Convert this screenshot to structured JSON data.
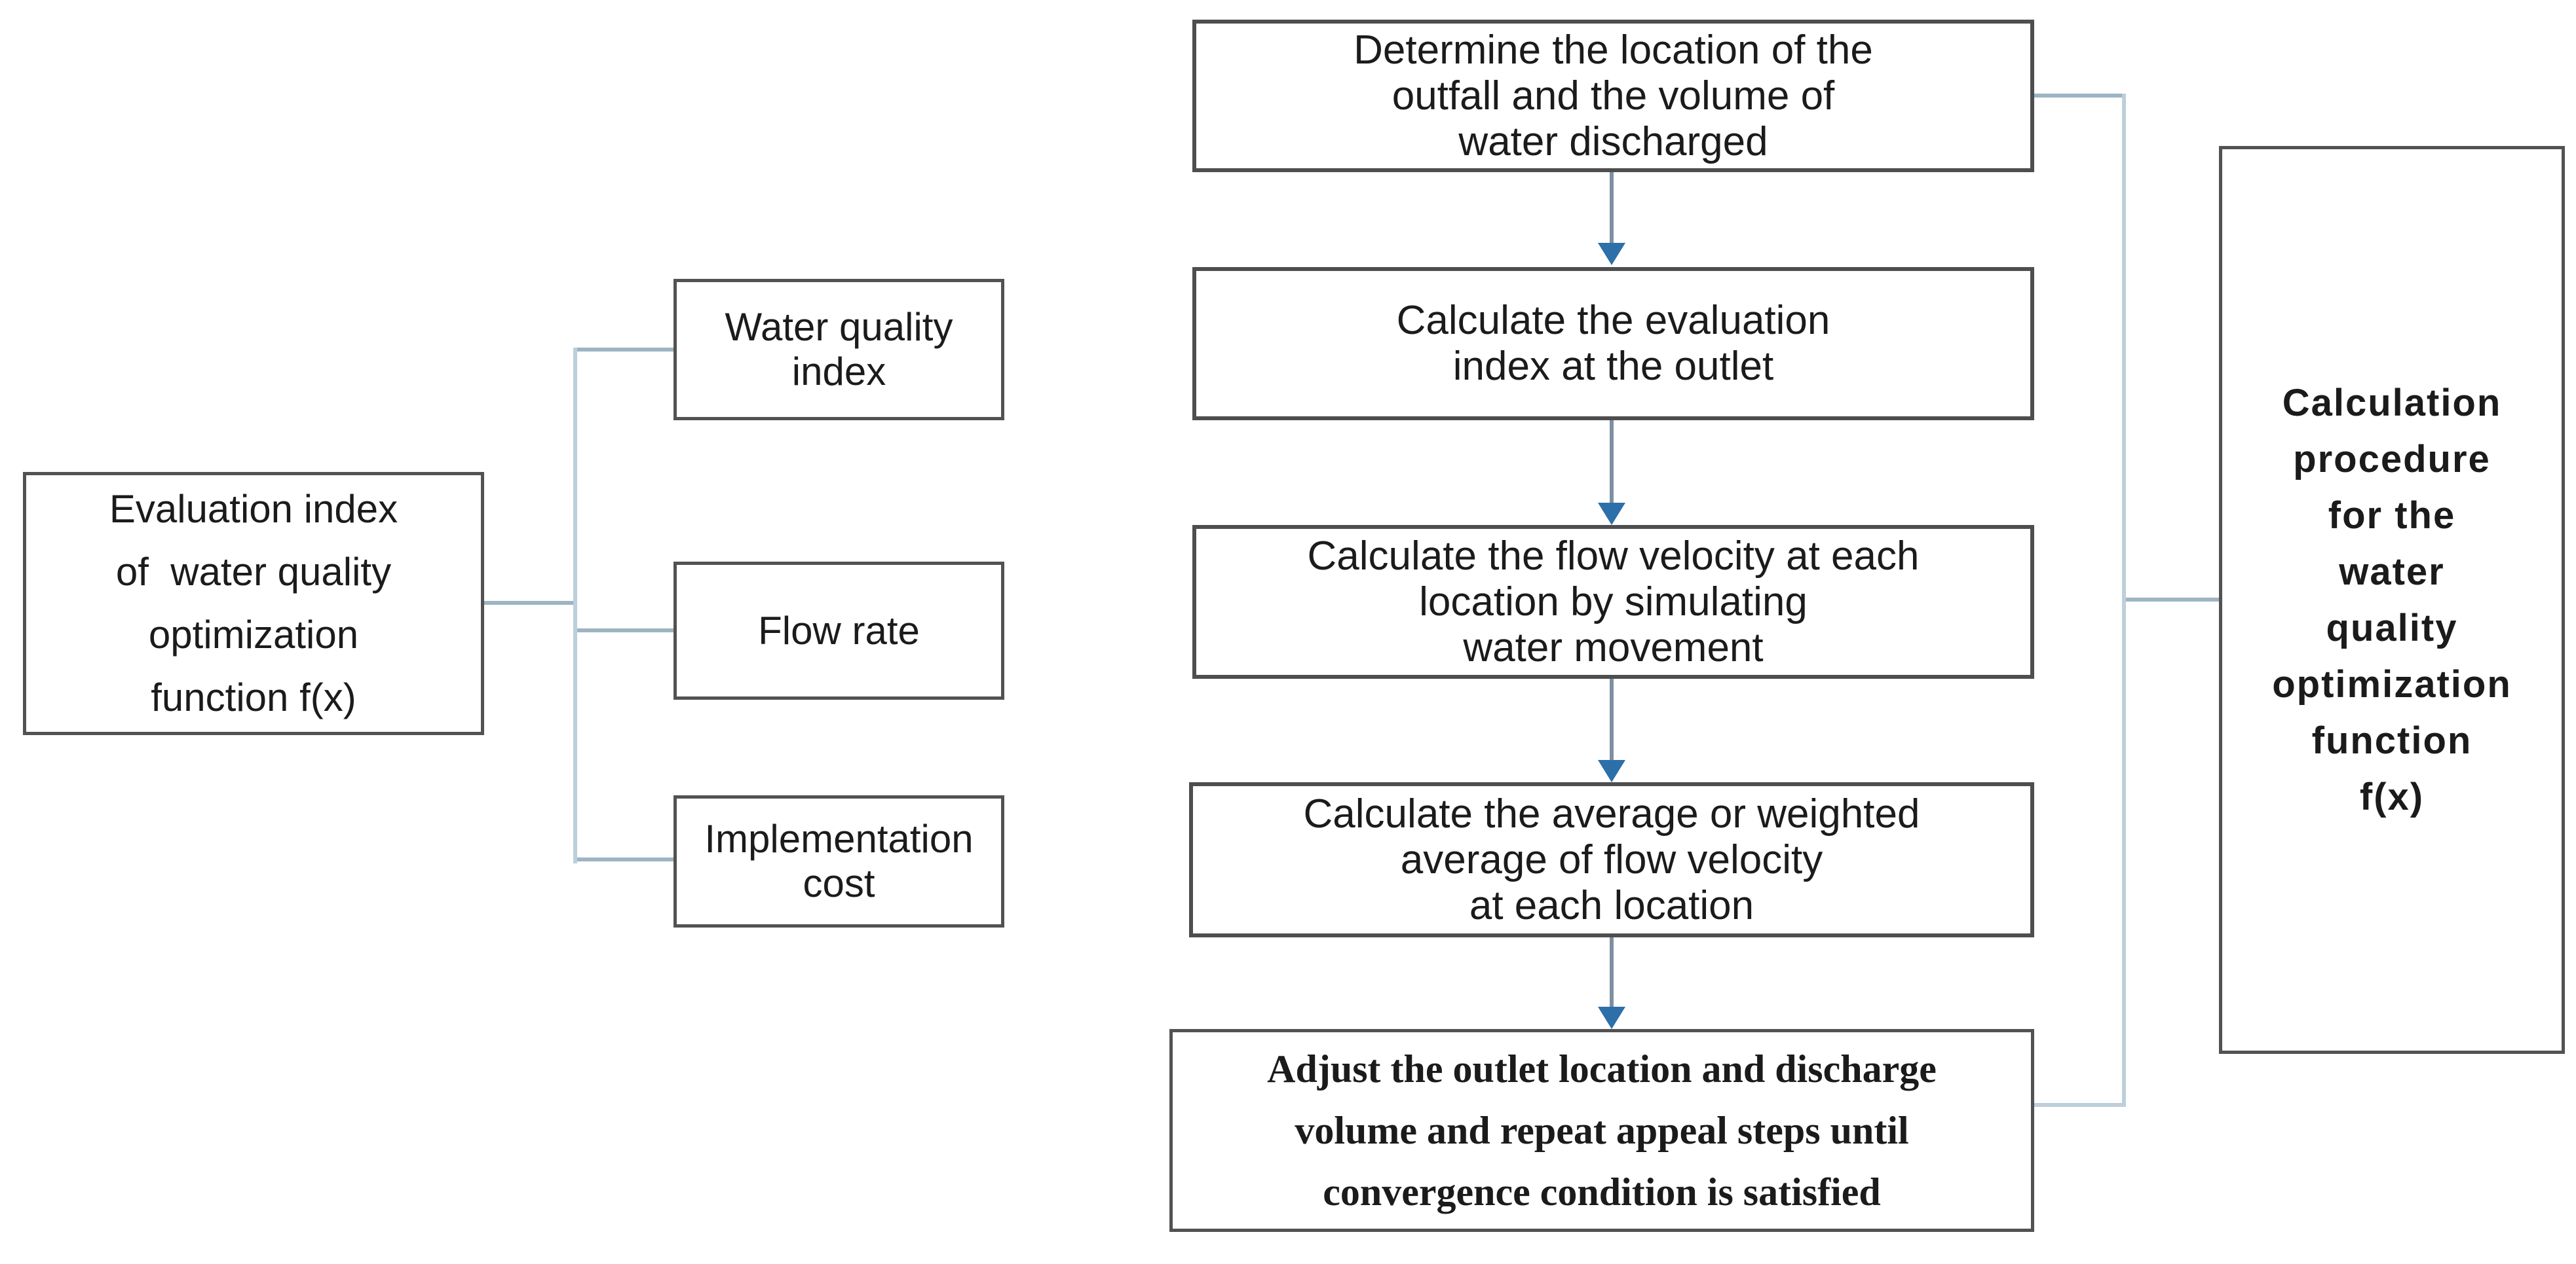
{
  "diagram": {
    "title_semantic": "Water quality optimization function flowchart",
    "colors": {
      "background": "#ffffff",
      "box_border": "#4e4e4e",
      "connector_line": "#9db4c2",
      "connector_line_light": "#bccfda",
      "arrow_shaft": "#7d90a2",
      "arrow_head": "#2d6fa8",
      "text": "#1b1b1b"
    },
    "left_box": {
      "lines": [
        "Evaluation index",
        "of  water quality",
        "optimization",
        "function f(x)"
      ]
    },
    "factor_boxes": [
      {
        "id": "water-quality-index",
        "lines": [
          "Water quality",
          "index"
        ]
      },
      {
        "id": "flow-rate",
        "lines": [
          "Flow rate"
        ]
      },
      {
        "id": "implementation-cost",
        "lines": [
          "Implementation",
          "cost"
        ]
      }
    ],
    "process_boxes": [
      {
        "step": 1,
        "lines": [
          "Determine the location of the",
          "outfall and the volume of",
          "water discharged"
        ]
      },
      {
        "step": 2,
        "lines": [
          "Calculate the evaluation",
          "index at the outlet"
        ]
      },
      {
        "step": 3,
        "lines": [
          "Calculate the flow velocity at each",
          "location by simulating",
          "water movement"
        ]
      },
      {
        "step": 4,
        "lines": [
          "Calculate the average or weighted",
          "average of flow velocity",
          "at each location"
        ]
      },
      {
        "step": 5,
        "lines": [
          "Adjust the outlet location and discharge",
          "volume and repeat appeal steps until",
          "convergence condition is satisfied"
        ]
      }
    ],
    "right_box": {
      "lines": [
        "Calculation",
        "procedure",
        "for the",
        "water",
        "quality",
        "optimization",
        "function",
        "f(x)"
      ]
    }
  }
}
